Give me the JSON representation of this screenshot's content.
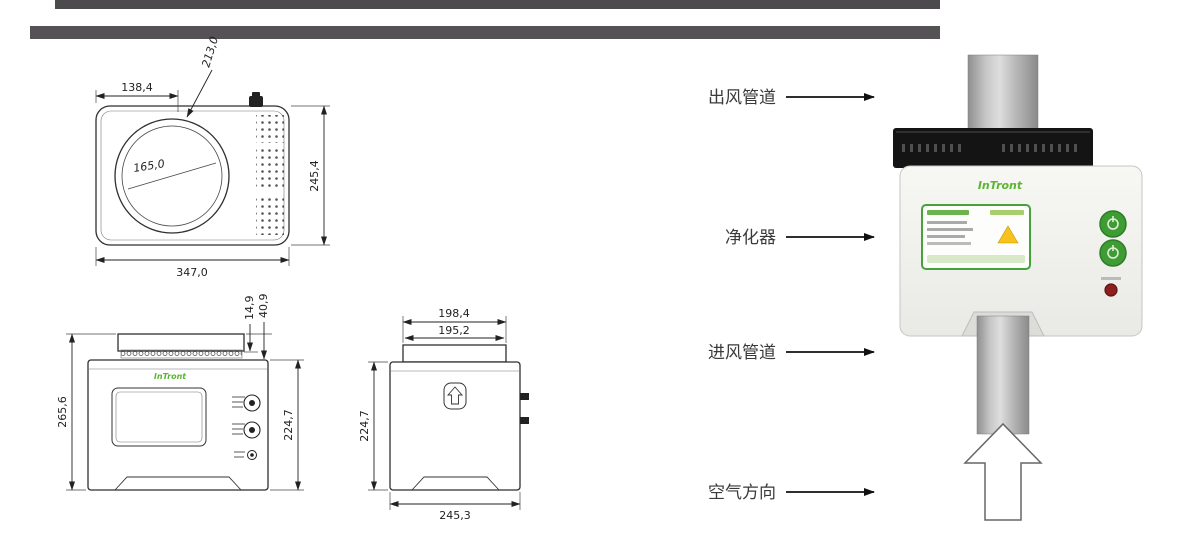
{
  "colors": {
    "accent_green": "#5cb531",
    "button_green": "#3f9c35",
    "warning_yellow": "#f7c21e",
    "flange_black": "#141414",
    "line_dark": "#222222"
  },
  "brand": {
    "logo": "InTront"
  },
  "dims": {
    "top_view": {
      "width_partial": "138,4",
      "diagonal": "213,0",
      "circle_diameter": "165,0",
      "depth": "245,4",
      "total_width": "347,0"
    },
    "front_view": {
      "collar_height": "14,9",
      "hat_height": "40,9",
      "total_height": "265,6",
      "body_height": "224,7"
    },
    "side_view": {
      "hat_width_outer": "198,4",
      "hat_width_inner": "195,2",
      "body_height": "224,7",
      "bottom_width": "245,3"
    }
  },
  "installation": {
    "labels": {
      "outlet": "出风管道",
      "purifier": "净化器",
      "inlet": "进风管道",
      "air_direction": "空气方向"
    }
  }
}
